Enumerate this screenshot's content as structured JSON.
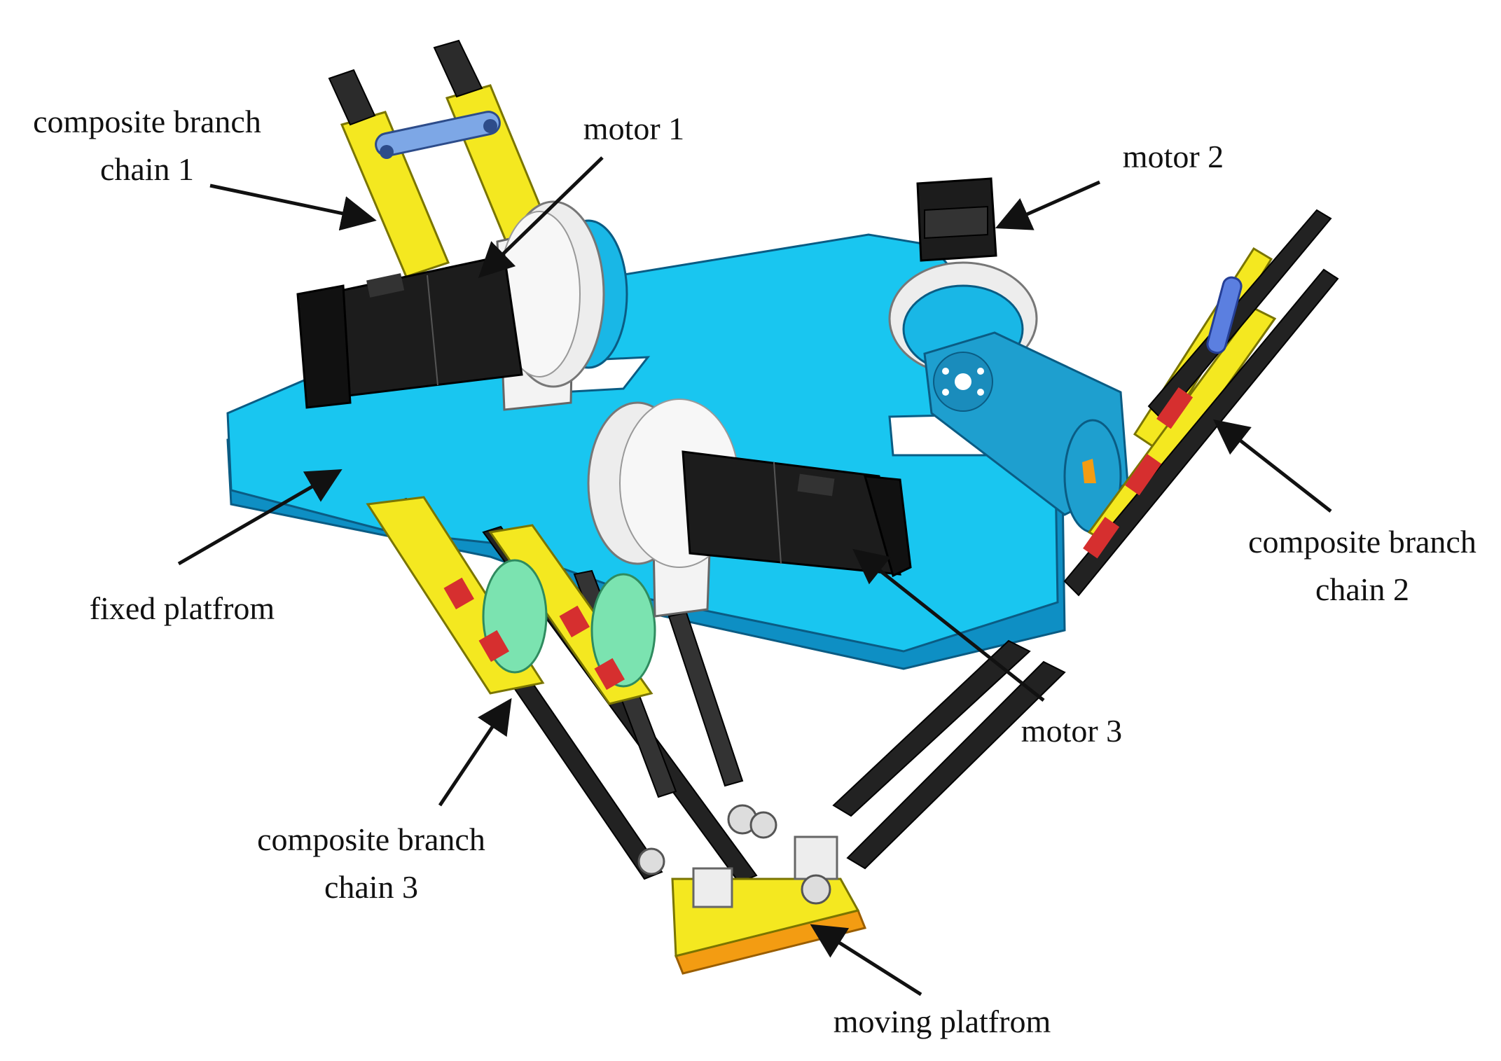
{
  "labels": {
    "branch1": {
      "line1": "composite branch",
      "line2": "chain 1"
    },
    "motor1": "motor 1",
    "motor2": "motor 2",
    "branch2": {
      "line1": "composite branch",
      "line2": "chain 2"
    },
    "fixed_platform": "fixed platfrom",
    "motor3": "motor 3",
    "branch3": {
      "line1": "composite branch",
      "line2": "chain 3"
    },
    "moving_platform": "moving platfrom"
  },
  "colors": {
    "platform_blue": "#19c6f0",
    "platform_edge": "#0e8fc4",
    "arm_yellow": "#f4e820",
    "motor_black": "#1c1c1c",
    "reducer_white": "#ededed",
    "rod_black": "#222222",
    "moving_orange": "#f39c12",
    "accent_red": "#d62f2f",
    "link_blue": "#7da7e6"
  }
}
